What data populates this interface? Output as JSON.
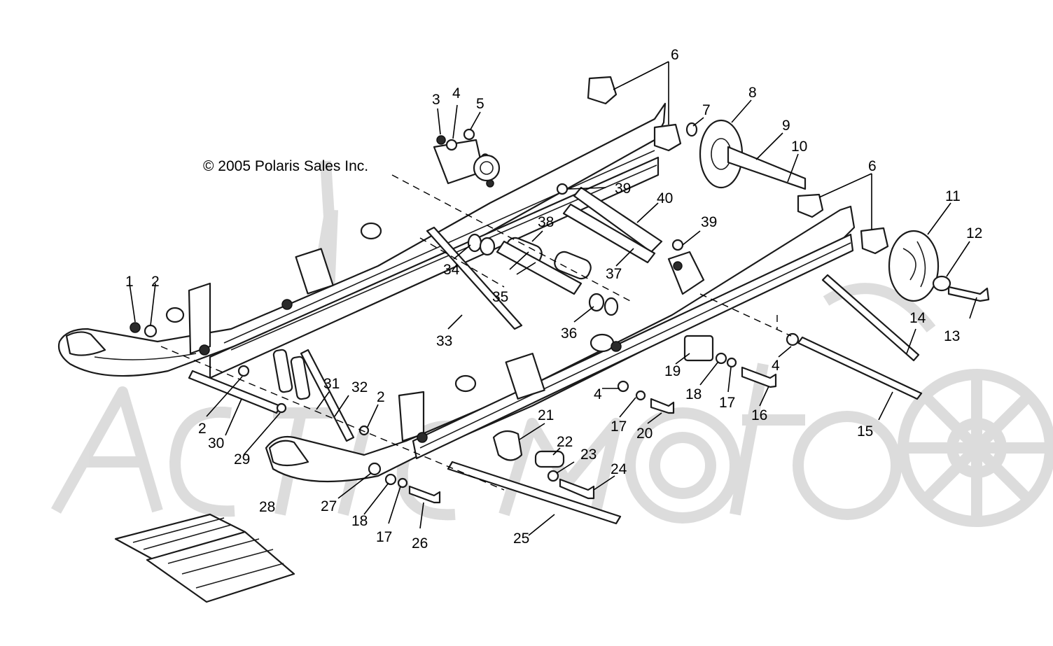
{
  "copyright": "© 2005 Polaris Sales Inc.",
  "watermark_text": "ArcticMoto",
  "callout_labels": {
    "c1": "1",
    "c2": "2",
    "c3": "3",
    "c4": "4",
    "c5": "5",
    "c6": "6",
    "c7": "7",
    "c8": "8",
    "c9": "9",
    "c10": "10",
    "c11": "11",
    "c12": "12",
    "c13": "13",
    "c14": "14",
    "c15": "15",
    "c16": "16",
    "c17": "17",
    "c18": "18",
    "c19": "19",
    "c20": "20",
    "c21": "21",
    "c22": "22",
    "c23": "23",
    "c24": "24",
    "c25": "25",
    "c26": "26",
    "c27": "27",
    "c28": "28",
    "c29": "29",
    "c30": "30",
    "c31": "31",
    "c32": "32",
    "c33": "33",
    "c34": "34",
    "c35": "35",
    "c36": "36",
    "c37": "37",
    "c38": "38",
    "c39": "39",
    "c40": "40"
  },
  "colors": {
    "line": "#1a1a1a",
    "watermark": "#d9d9d9",
    "background": "#ffffff"
  }
}
